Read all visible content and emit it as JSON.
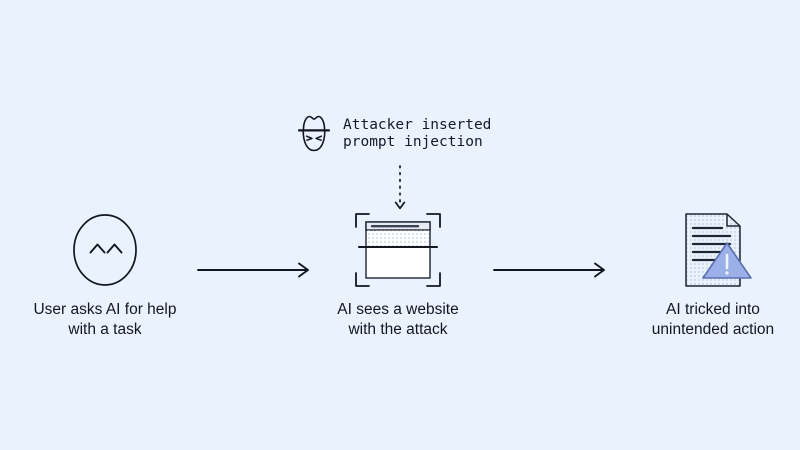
{
  "diagram": {
    "background_color": "#eaf2fd",
    "ink_color": "#14161f",
    "accent_color": "#9bb0e8",
    "accent_border_color": "#5b6fae",
    "callout": {
      "icon_name": "attacker-hat-icon",
      "line1": "Attacker inserted",
      "line2": "prompt injection"
    },
    "injection_arrow": {
      "name": "dotted-injection-arrow",
      "style": "dotted",
      "direction": "down"
    },
    "stages": [
      {
        "id": "user-asks",
        "icon_name": "user-face-icon",
        "label": "User asks AI for help\nwith a task"
      },
      {
        "id": "ai-sees-website",
        "icon_name": "website-scan-icon",
        "label": "AI sees a website\nwith the attack"
      },
      {
        "id": "ai-tricked",
        "icon_name": "document-warning-icon",
        "label": "AI tricked into\nunintended action"
      }
    ],
    "connectors": [
      {
        "id": "connector-1",
        "direction": "right"
      },
      {
        "id": "connector-2",
        "direction": "right"
      }
    ]
  }
}
